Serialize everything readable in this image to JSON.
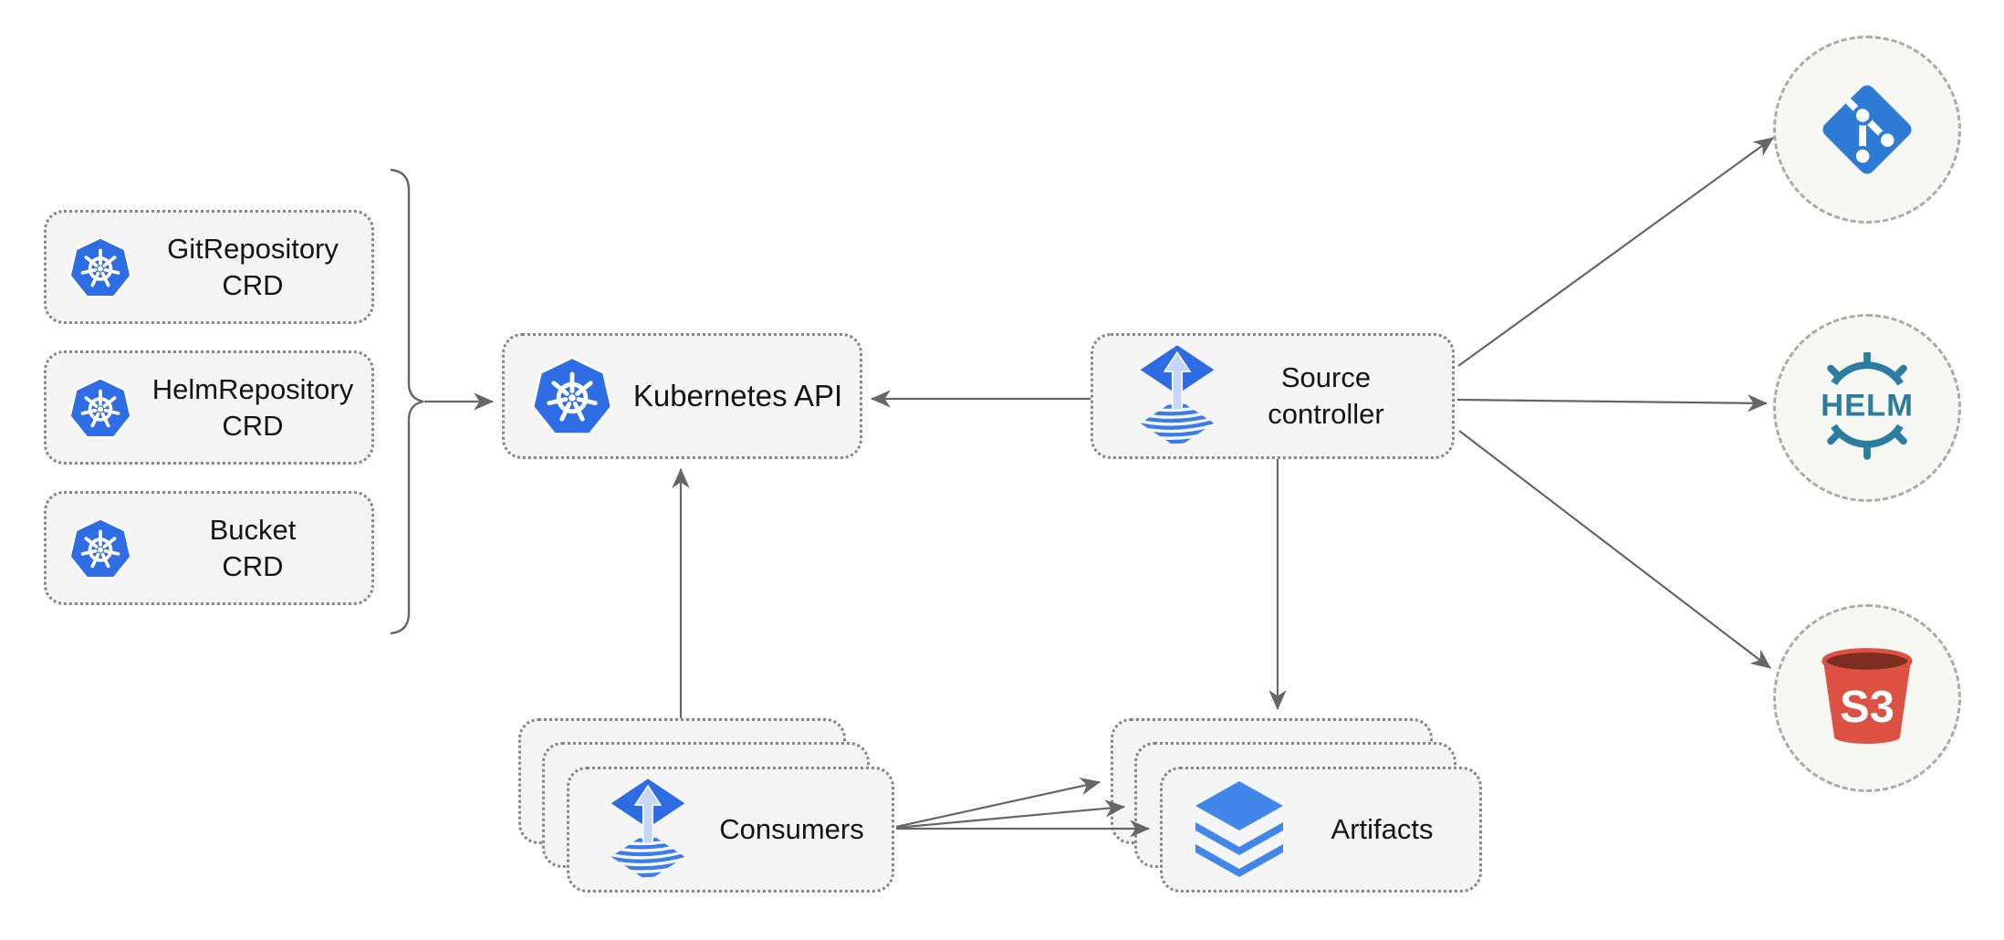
{
  "diagram": {
    "nodes": {
      "git_repository_crd": {
        "label": "GitRepository\nCRD",
        "icon": "kubernetes"
      },
      "helm_repository_crd": {
        "label": "HelmRepository\nCRD",
        "icon": "kubernetes"
      },
      "bucket_crd": {
        "label": "Bucket\nCRD",
        "icon": "kubernetes"
      },
      "kubernetes_api": {
        "label": "Kubernetes API",
        "icon": "kubernetes"
      },
      "source_controller": {
        "label": "Source\ncontroller",
        "icon": "flux"
      },
      "consumers": {
        "label": "Consumers",
        "icon": "flux",
        "stacked": 3
      },
      "artifacts": {
        "label": "Artifacts",
        "icon": "layers",
        "stacked": 3
      },
      "git_remote": {
        "label": "",
        "icon": "git"
      },
      "helm_remote": {
        "label": "HELM",
        "icon": "helm"
      },
      "s3_remote": {
        "label": "S3",
        "icon": "s3"
      }
    },
    "edges": [
      {
        "from": "crd_group",
        "to": "kubernetes_api",
        "arrow": true
      },
      {
        "from": "consumers",
        "to": "kubernetes_api",
        "arrow": true
      },
      {
        "from": "source_controller",
        "to": "kubernetes_api",
        "arrow": true
      },
      {
        "from": "source_controller",
        "to": "artifacts",
        "arrow": true
      },
      {
        "from": "source_controller",
        "to": "git_remote",
        "arrow": true
      },
      {
        "from": "source_controller",
        "to": "helm_remote",
        "arrow": true
      },
      {
        "from": "source_controller",
        "to": "s3_remote",
        "arrow": true
      },
      {
        "from": "consumers",
        "to": "artifacts_back",
        "arrow": true
      },
      {
        "from": "consumers",
        "to": "artifacts_middle",
        "arrow": true
      },
      {
        "from": "consumers",
        "to": "artifacts_front",
        "arrow": true
      }
    ],
    "colors": {
      "node_bg": "#f5f5f5",
      "node_border": "#868686",
      "circle_bg": "#f7f7f3",
      "circle_border": "#ababab",
      "edge": "#666666",
      "text": "#141414",
      "kubernetes_blue": "#2e6de4",
      "flux_blue": "#2c6be2",
      "flux_stripe": "#3b7ce8",
      "flux_arrow": "#c5d6f6",
      "layers_blue": "#4186e8",
      "helm_teal": "#2b7da0",
      "git_blue": "#2e7bd6",
      "s3_red": "#dc5142",
      "s3_dark": "#7e2d22"
    }
  }
}
